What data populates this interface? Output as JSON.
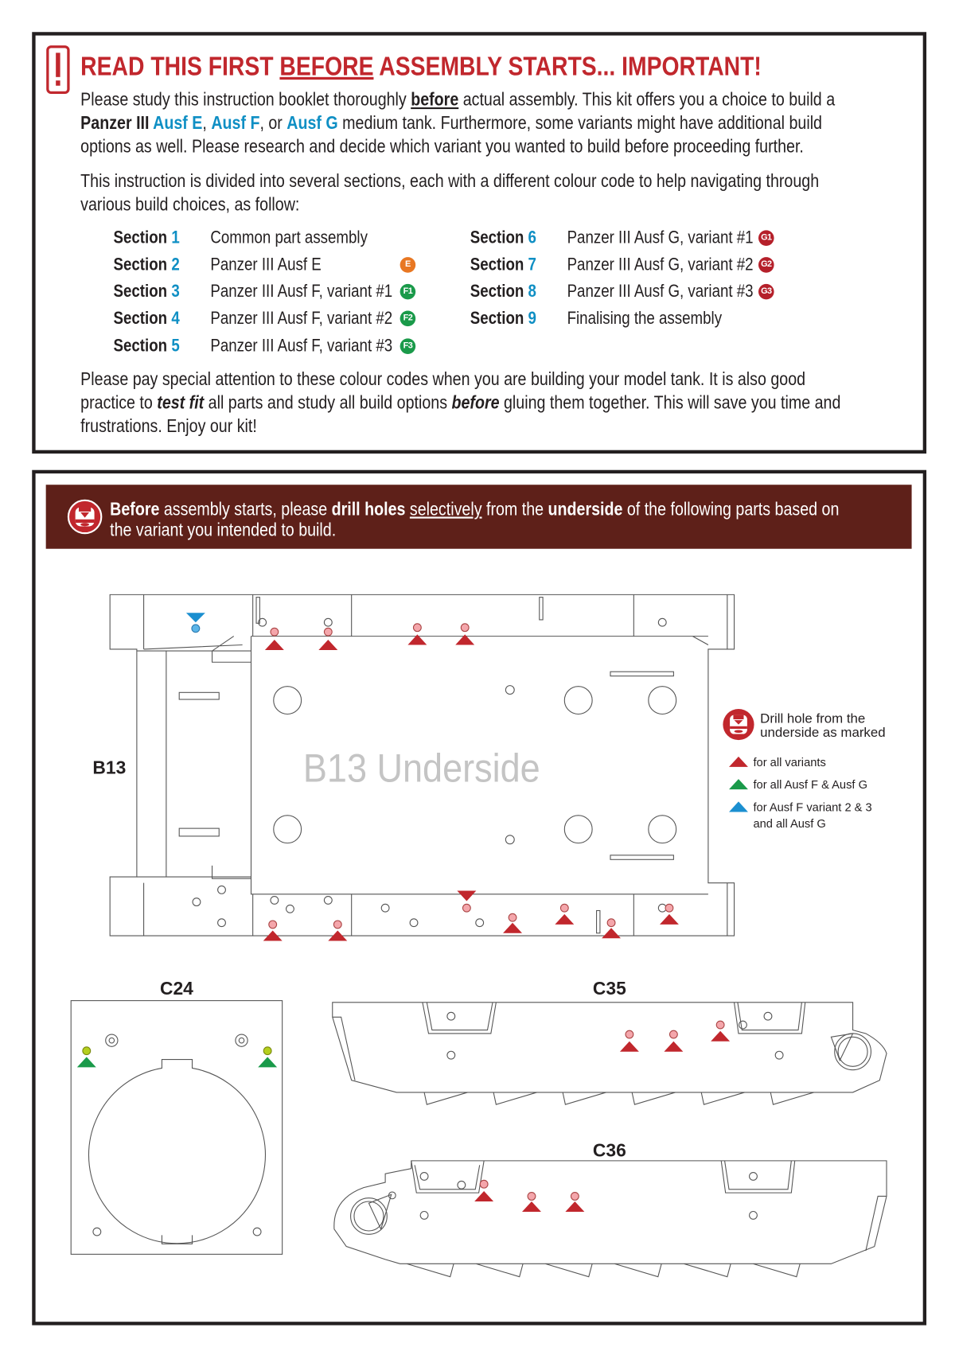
{
  "notice": {
    "icon": "exclamation-icon",
    "title_pre": "READ THIS FIRST ",
    "title_underlined": "BEFORE",
    "title_post": " ASSEMBLY STARTS...  IMPORTANT!",
    "p1": {
      "l1a": "Please study this instruction booklet thoroughly ",
      "l1b": "before",
      "l1c": " actual assembly.  This kit offers you a choice to build a",
      "l2a": "Panzer III ",
      "l2b": "Ausf E",
      "l2c": ", ",
      "l2d": "Ausf F",
      "l2e": ", or ",
      "l2f": "Ausf G",
      "l2g": " medium tank.  Furthermore, some variants might have additional build",
      "l3": "options as well.  Please research and decide which variant you wanted to build before proceeding further."
    },
    "p2": {
      "l1": "This instruction is divided into several sections, each with a different colour code to help navigating through",
      "l2": "various build choices, as follow:"
    },
    "sections": [
      {
        "label": "Section",
        "number": "1",
        "desc": "Common part assembly",
        "badge": ""
      },
      {
        "label": "Section",
        "number": "2",
        "desc": "Panzer III Ausf E",
        "badge": "E",
        "badge_color": "#e87722"
      },
      {
        "label": "Section",
        "number": "3",
        "desc": "Panzer III Ausf F, variant #1",
        "badge": "F1",
        "badge_color": "#1a9a4a"
      },
      {
        "label": "Section",
        "number": "4",
        "desc": "Panzer III Ausf F, variant #2",
        "badge": "F2",
        "badge_color": "#1a9a4a"
      },
      {
        "label": "Section",
        "number": "5",
        "desc": "Panzer III Ausf F, variant #3",
        "badge": "F3",
        "badge_color": "#1a9a4a"
      },
      {
        "label": "Section",
        "number": "6",
        "desc": "Panzer III Ausf G, variant #1",
        "badge": "G1",
        "badge_color": "#b5202a"
      },
      {
        "label": "Section",
        "number": "7",
        "desc": "Panzer III Ausf G, variant #2",
        "badge": "G2",
        "badge_color": "#b5202a"
      },
      {
        "label": "Section",
        "number": "8",
        "desc": "Panzer III Ausf G, variant #3",
        "badge": "G3",
        "badge_color": "#b5202a"
      },
      {
        "label": "Section",
        "number": "9",
        "desc": "Finalising the assembly",
        "badge": ""
      }
    ],
    "p3": {
      "l1": "Please pay special attention to these colour codes when you are building your model tank.  It is also good",
      "l2a": "practice to ",
      "l2b": "test fit",
      "l2c": " all parts and study all build options ",
      "l2d": "before",
      "l2e": " gluing them together.  This will save you time and",
      "l3": "frustrations.  Enjoy our kit!"
    }
  },
  "drill": {
    "banner": {
      "icon": "drill-icon",
      "a": "Before",
      "b": " assembly starts, please ",
      "c": "drill holes",
      "d": " ",
      "e": "selectively",
      "f": " from the ",
      "g": "underside",
      "h": " of the following parts based on",
      "l2": "the variant you intended to build."
    },
    "parts": {
      "b13": "B13",
      "b13_watermark": "B13 Underside",
      "c24": "C24",
      "c35": "C35",
      "c36": "C36"
    },
    "legend": {
      "title1": "Drill hole from the",
      "title2": "underside as marked",
      "items": [
        {
          "color": "#c1272d",
          "text": "for all variants"
        },
        {
          "color": "#1a9a4a",
          "text": "for all Ausf F & Ausf G"
        },
        {
          "color": "#1b8fd0",
          "text": "for Ausf F variant 2 & 3",
          "text2": "and all Ausf G"
        }
      ]
    }
  },
  "colors": {
    "red": "#c1272d",
    "blue": "#0f8fc4",
    "banner": "#5e2019",
    "pink": "#f4a6ab",
    "lime": "#b5cf1d"
  }
}
